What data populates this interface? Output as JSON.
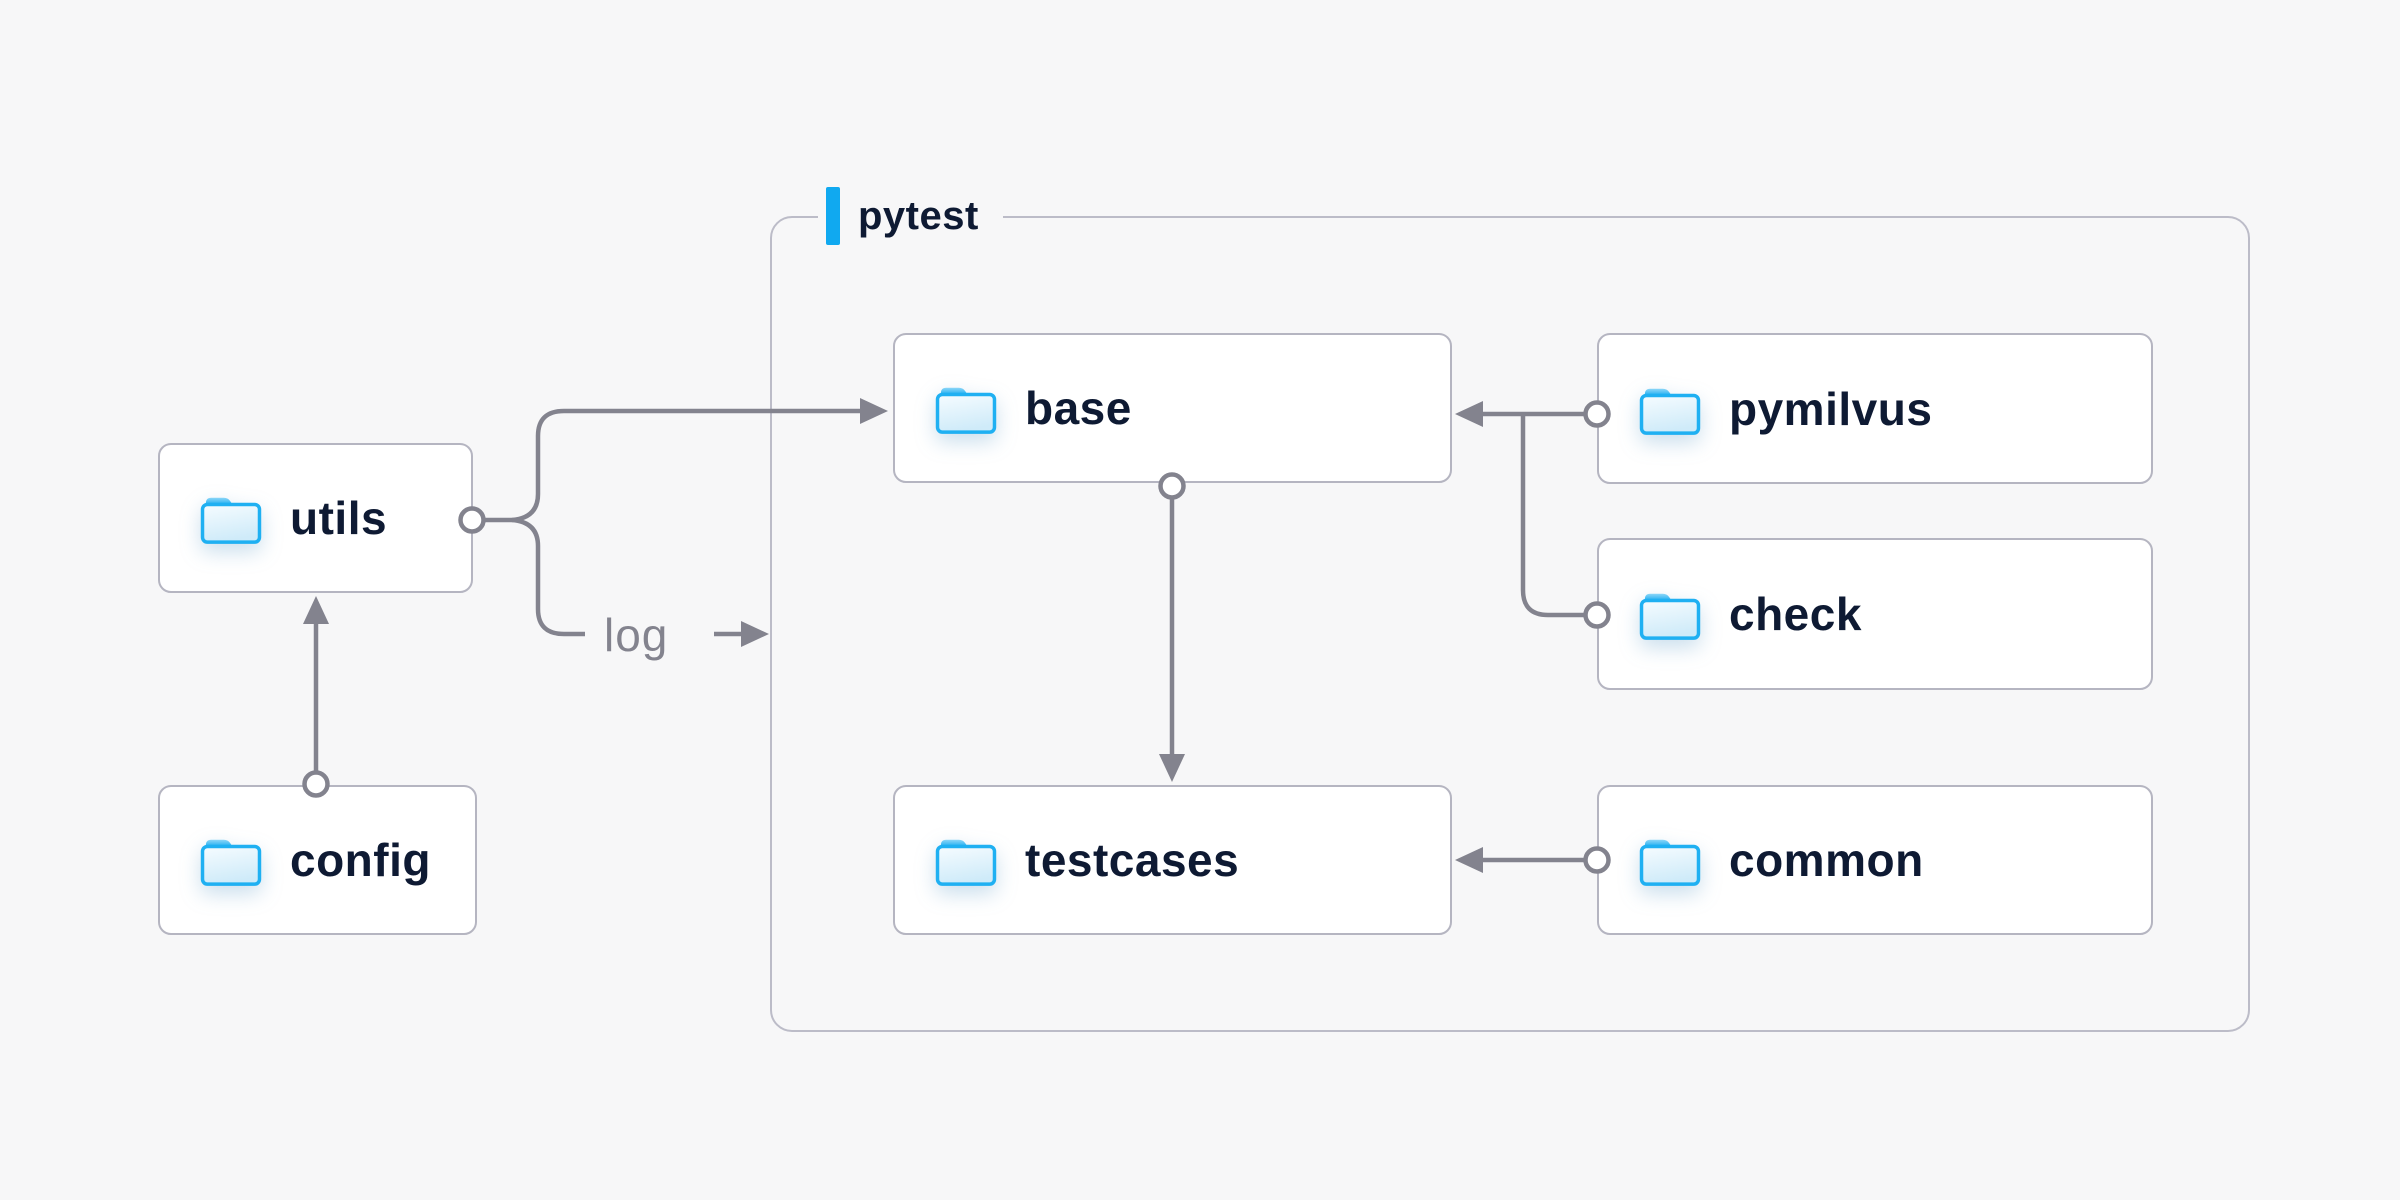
{
  "diagram": {
    "container": {
      "label": "pytest"
    },
    "nodes": [
      {
        "id": "utils",
        "label": "utils",
        "icon": "folder-icon"
      },
      {
        "id": "config",
        "label": "config",
        "icon": "folder-icon"
      },
      {
        "id": "base",
        "label": "base",
        "icon": "folder-icon"
      },
      {
        "id": "testcases",
        "label": "testcases",
        "icon": "folder-icon"
      },
      {
        "id": "pymilvus",
        "label": "pymilvus",
        "icon": "folder-icon"
      },
      {
        "id": "check",
        "label": "check",
        "icon": "folder-icon"
      },
      {
        "id": "common",
        "label": "common",
        "icon": "folder-icon"
      }
    ],
    "edges": [
      {
        "from": "config",
        "to": "utils"
      },
      {
        "from": "utils",
        "to": "base"
      },
      {
        "from": "utils",
        "to": "pytest-border",
        "label": "log"
      },
      {
        "from": "pymilvus",
        "to": "base"
      },
      {
        "from": "check",
        "to": "base"
      },
      {
        "from": "base",
        "to": "testcases"
      },
      {
        "from": "common",
        "to": "testcases"
      }
    ],
    "colors": {
      "bg": "#f7f7f8",
      "box_border": "#b5b5c1",
      "container_border": "#bcbcc8",
      "line_gray": "#83838e",
      "text_navy": "#0e1a33",
      "accent_blue": "#10a9f0",
      "folder_blue": "#1fb0f2",
      "label_gray": "#83838e"
    }
  }
}
